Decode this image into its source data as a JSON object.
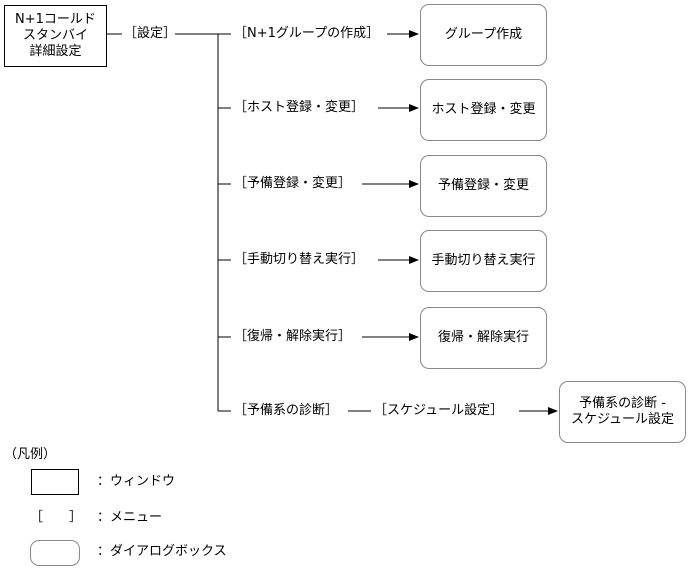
{
  "root": {
    "lines": [
      "N+1コールド",
      "スタンバイ",
      "詳細設定"
    ]
  },
  "top_menu": "［設定］",
  "rows": [
    {
      "menu": "［N+1グループの作成］",
      "dialog_lines": [
        "グループ作成"
      ]
    },
    {
      "menu": "［ホスト登録・変更］",
      "dialog_lines": [
        "ホスト登録・変更"
      ]
    },
    {
      "menu": "［予備登録・変更］",
      "dialog_lines": [
        "予備登録・変更"
      ]
    },
    {
      "menu": "［手動切り替え実行］",
      "dialog_lines": [
        "手動切り替え実行"
      ]
    },
    {
      "menu": "［復帰・解除実行］",
      "dialog_lines": [
        "復帰・解除実行"
      ]
    },
    {
      "menu": "［予備系の診断］",
      "submenu": "［スケジュール設定］",
      "dialog_lines": [
        "予備系の診断 -",
        "スケジュール設定"
      ]
    }
  ],
  "legend": {
    "title": "（凡例）",
    "window_label": "：ウィンドウ",
    "menu_symbol": "［　　］",
    "menu_label": "：メニュー",
    "dialog_label": "：ダイアログボックス"
  }
}
